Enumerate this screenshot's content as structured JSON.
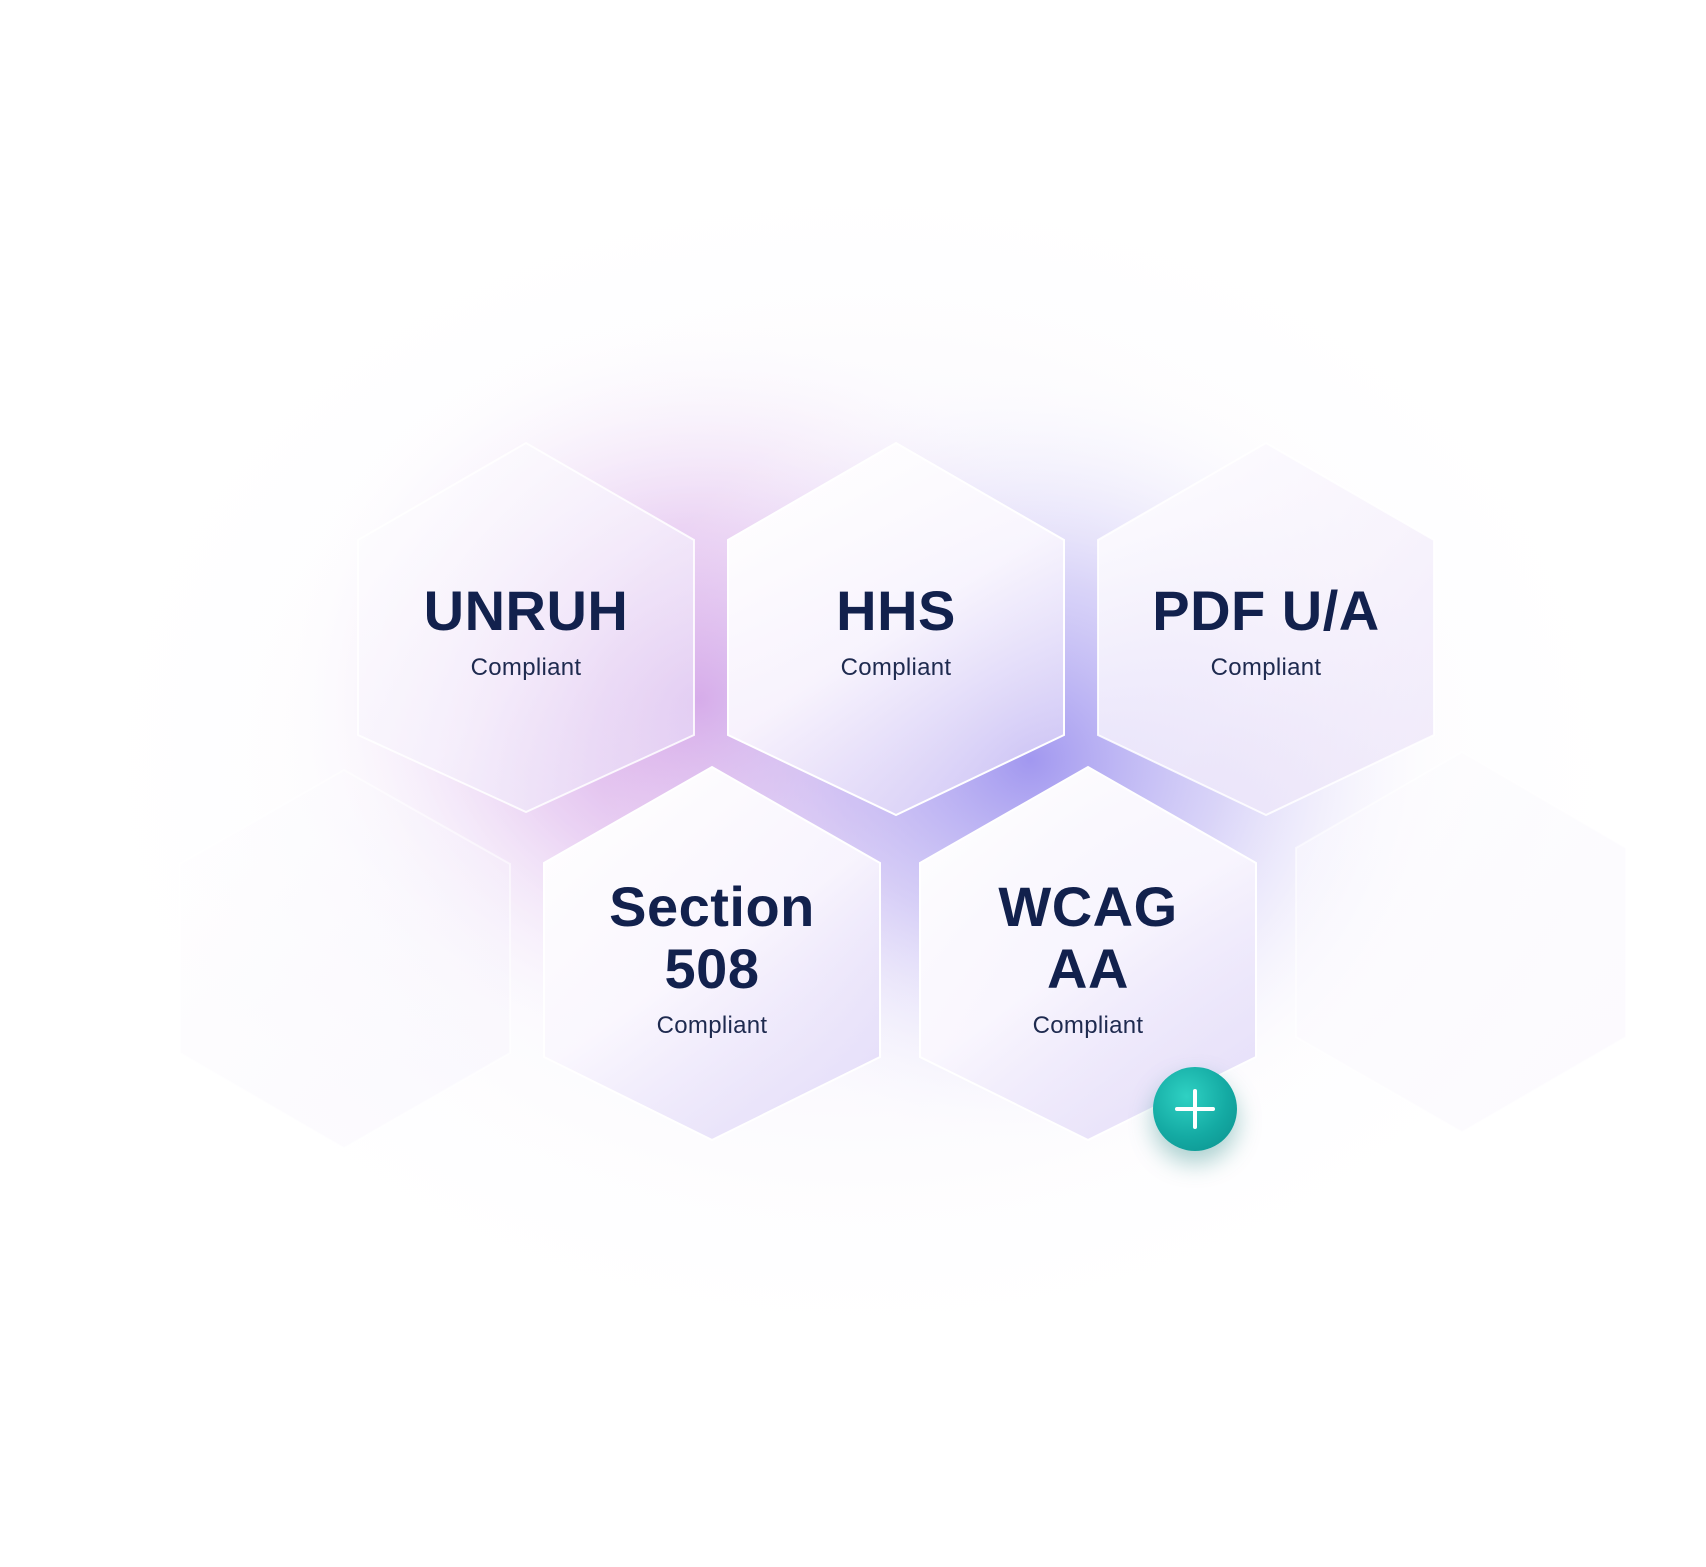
{
  "hexagons": [
    {
      "title": "UNRUH",
      "subtitle": "Compliant"
    },
    {
      "title": "HHS",
      "subtitle": "Compliant"
    },
    {
      "title": "PDF U/A",
      "subtitle": "Compliant"
    },
    {
      "title": "Section\n508",
      "subtitle": "Compliant"
    },
    {
      "title": "WCAG\nAA",
      "subtitle": "Compliant"
    }
  ],
  "add_button": {
    "icon": "plus-icon"
  },
  "colors": {
    "text": "#12214d",
    "glow_pink": "#d7a3e6",
    "glow_violet": "#a99cf0",
    "accent_teal": "#14aaa3"
  }
}
